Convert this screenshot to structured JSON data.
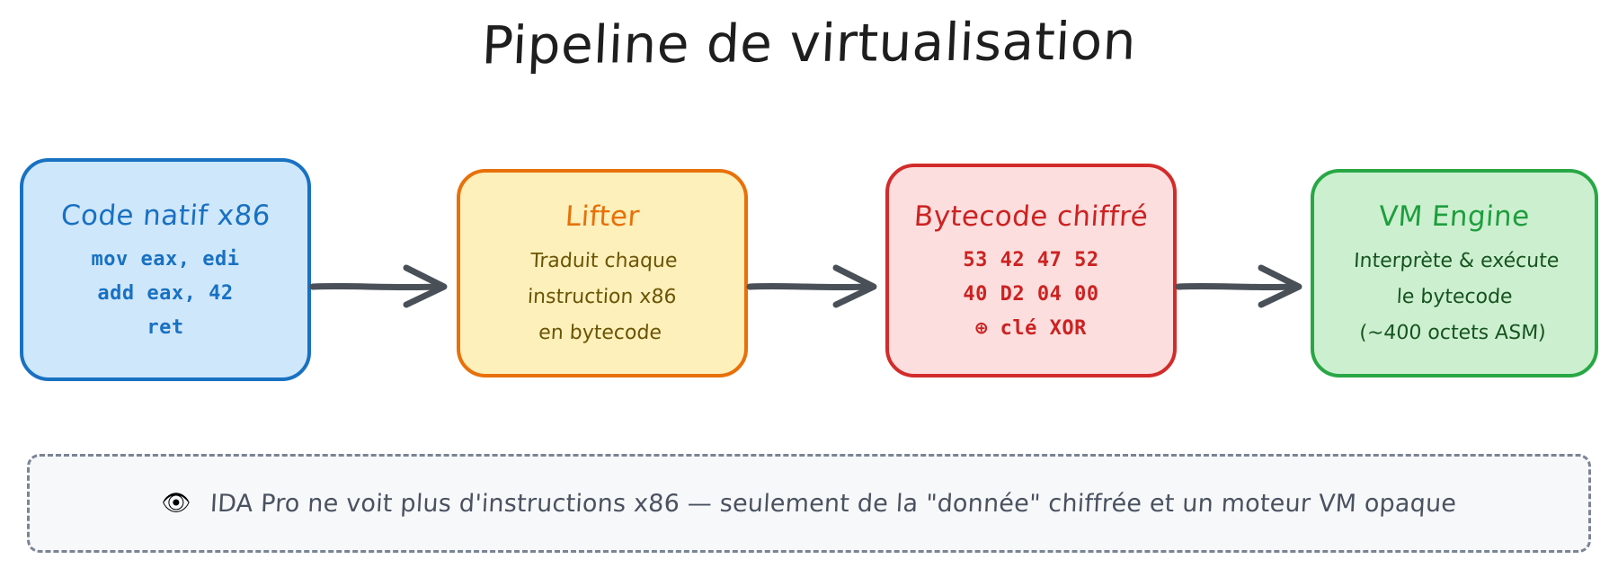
{
  "title": "Pipeline de virtualisation",
  "pipeline": {
    "nodes": [
      {
        "id": "native",
        "title": "Code natif x86",
        "lines": [
          "mov eax, edi",
          "add eax, 42",
          "ret"
        ],
        "mono": true,
        "fill": "#cfe7fb",
        "stroke": "#1971c2",
        "text": "#1971c2"
      },
      {
        "id": "lifter",
        "title": "Lifter",
        "lines": [
          "Traduit chaque",
          "instruction x86",
          "en bytecode"
        ],
        "mono": false,
        "fill": "#fdf0ba",
        "stroke": "#e8700a",
        "text": "#6b5405"
      },
      {
        "id": "bytecode",
        "title": "Bytecode chiffré",
        "lines": [
          "53 42 47 52",
          "40 D2 04 00",
          "⊕ clé XOR"
        ],
        "mono": true,
        "fill": "#fcdede",
        "stroke": "#d32b2b",
        "text": "#cc2222"
      },
      {
        "id": "vm",
        "title": "VM Engine",
        "lines": [
          "Interprète & exécute",
          "le bytecode",
          "(~400 octets ASM)"
        ],
        "mono": false,
        "fill": "#ccf0cf",
        "stroke": "#28a745",
        "text": "#16531f"
      }
    ],
    "arrows": [
      {
        "id": "arrow-1",
        "from": "native",
        "to": "lifter"
      },
      {
        "id": "arrow-2",
        "from": "lifter",
        "to": "bytecode"
      },
      {
        "id": "arrow-3",
        "from": "bytecode",
        "to": "vm"
      }
    ],
    "arrow_color": "#495057"
  },
  "note": {
    "icon": "👁",
    "icon_name": "eye-icon",
    "text": "IDA Pro ne voit plus d'instructions x86 — seulement de la \"donnée\" chiffrée et un moteur VM opaque",
    "background": "#f7f8fa",
    "border": "#7b8494"
  }
}
